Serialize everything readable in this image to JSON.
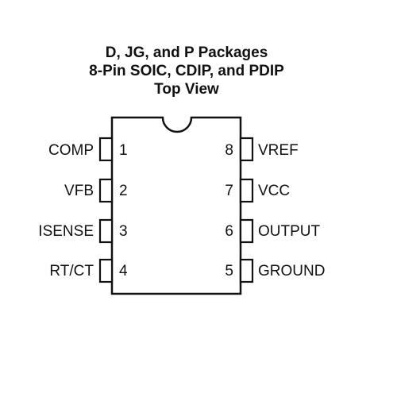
{
  "title": {
    "line1": "D, JG, and P Packages",
    "line2": "8-Pin SOIC, CDIP, and PDIP",
    "line3": "Top View"
  },
  "pins_left": [
    {
      "number": "1",
      "name": "COMP"
    },
    {
      "number": "2",
      "name": "VFB"
    },
    {
      "number": "3",
      "name": "ISENSE"
    },
    {
      "number": "4",
      "name": "RT/CT"
    }
  ],
  "pins_right": [
    {
      "number": "8",
      "name": "VREF"
    },
    {
      "number": "7",
      "name": "VCC"
    },
    {
      "number": "6",
      "name": "OUTPUT"
    },
    {
      "number": "5",
      "name": "GROUND"
    }
  ]
}
